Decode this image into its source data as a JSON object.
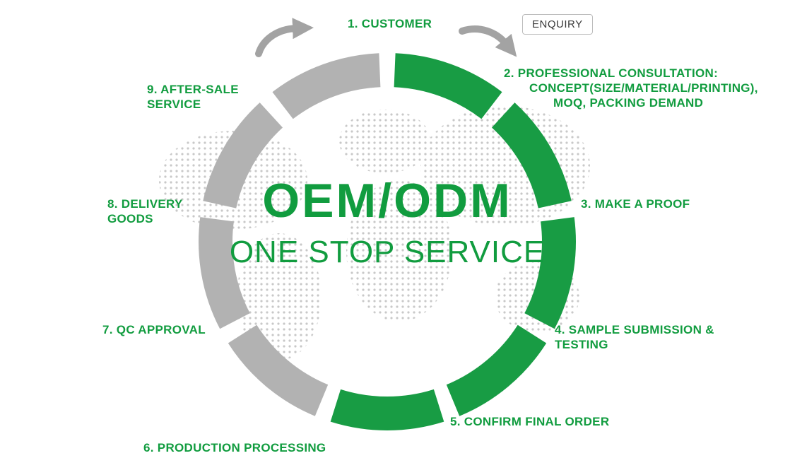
{
  "colors": {
    "green": "#189C44",
    "gray": "#B2B2B2",
    "text_green": "#119C3F",
    "map_dot": "#C6C6C6",
    "arrow": "#A3A3A3",
    "enquiry_border": "#BDBDBD",
    "enquiry_text": "#3A3A3A"
  },
  "center": {
    "title": "OEM/ODM",
    "subtitle": "ONE STOP SERVICE"
  },
  "enquiry_label": "ENQUIRY",
  "steps": [
    {
      "lines": [
        "1. CUSTOMER"
      ]
    },
    {
      "lines": [
        "2. PROFESSIONAL CONSULTATION:",
        "CONCEPT(SIZE/MATERIAL/PRINTING),",
        "MOQ, PACKING DEMAND"
      ]
    },
    {
      "lines": [
        "3. MAKE A PROOF"
      ]
    },
    {
      "lines": [
        "4. SAMPLE SUBMISSION &",
        "TESTING"
      ]
    },
    {
      "lines": [
        "5. CONFIRM FINAL ORDER"
      ]
    },
    {
      "lines": [
        "6. PRODUCTION PROCESSING"
      ]
    },
    {
      "lines": [
        "7. QC APPROVAL"
      ]
    },
    {
      "lines": [
        "8. DELIVERY",
        "GOODS"
      ]
    },
    {
      "lines": [
        "9. AFTER-SALE",
        "SERVICE"
      ]
    }
  ],
  "ring": {
    "segment_colors": [
      "green",
      "green",
      "green",
      "green",
      "green",
      "gray",
      "gray",
      "gray",
      "gray"
    ]
  }
}
